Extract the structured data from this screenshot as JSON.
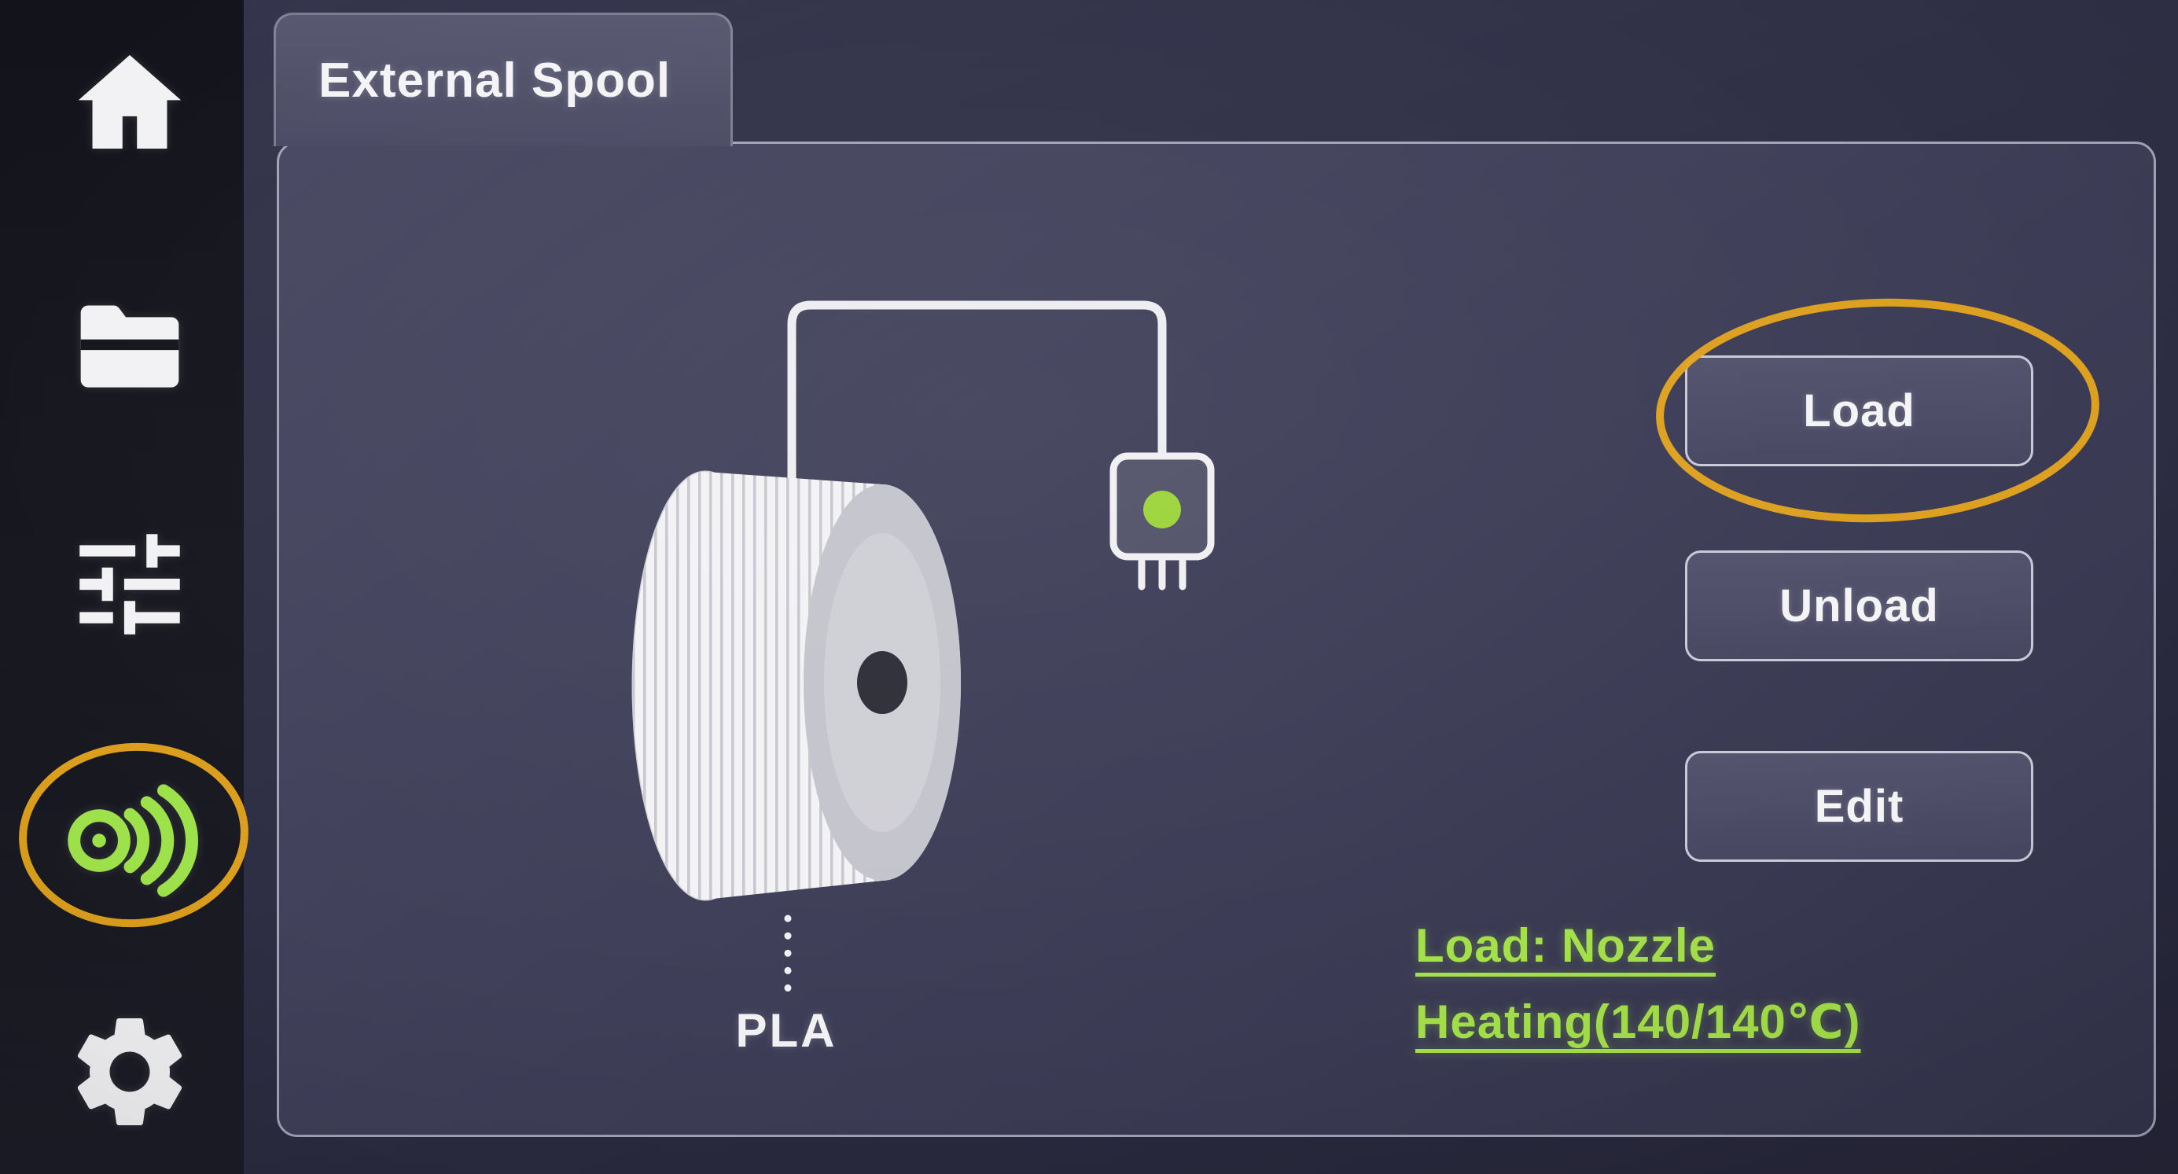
{
  "sidebar": {
    "accent": "#9ee24b",
    "items": [
      {
        "icon": "home-icon",
        "active": false
      },
      {
        "icon": "folder-icon",
        "active": false
      },
      {
        "icon": "sliders-icon",
        "active": false
      },
      {
        "icon": "spool-icon",
        "active": true
      },
      {
        "icon": "gear-icon",
        "active": false
      }
    ]
  },
  "tab": {
    "label": "External Spool"
  },
  "illustration": {
    "material_label": "PLA",
    "indicator_color": "#9dd43c"
  },
  "actions": {
    "load": "Load",
    "unload": "Unload",
    "edit": "Edit"
  },
  "status": {
    "line1": "Load: Nozzle",
    "line2": "Heating(140/140℃)",
    "color": "#a4e04a"
  },
  "annotations": {
    "color": "#e6a51d",
    "highlighted": [
      "spool-icon",
      "load-button"
    ]
  }
}
